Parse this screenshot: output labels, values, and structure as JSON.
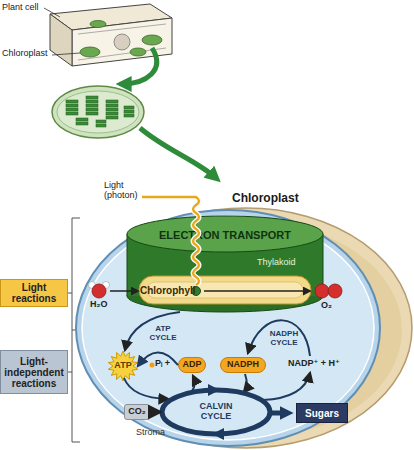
{
  "diagram": {
    "nodes": [
      {
        "text": [
          "Chloroplast"
        ]
      },
      {
        "text": [
          "ELECTRON TRANSPORT",
          "Thylakoid"
        ],
        "in": 0
      },
      {
        "text": [
          "Light reactions"
        ]
      },
      {
        "text": [
          "ATP"
        ],
        "in": 0
      },
      {
        "text": [
          "ADP"
        ],
        "in": 0
      },
      {
        "text": [
          "NADPH"
        ],
        "in": 0
      },
      {
        "text": [
          "Light-independent reactions"
        ]
      },
      {
        "text": [
          "CO₂"
        ],
        "in": 0
      },
      {
        "text": [
          "Sugars"
        ],
        "in": 0
      }
    ],
    "edges": [
      {
        "from": 4,
        "to": 3,
        "arrow": "to"
      }
    ],
    "labels": [
      "Plant cell",
      "Chloroplast",
      "Light (photon)",
      "H₂O",
      "Chlorophyll",
      "O₂",
      "ATP CYCLE",
      "Pᵢ +",
      "NADPH CYCLE",
      "NADP⁺ + H⁺",
      "CALVIN CYCLE",
      "Stroma"
    ]
  }
}
